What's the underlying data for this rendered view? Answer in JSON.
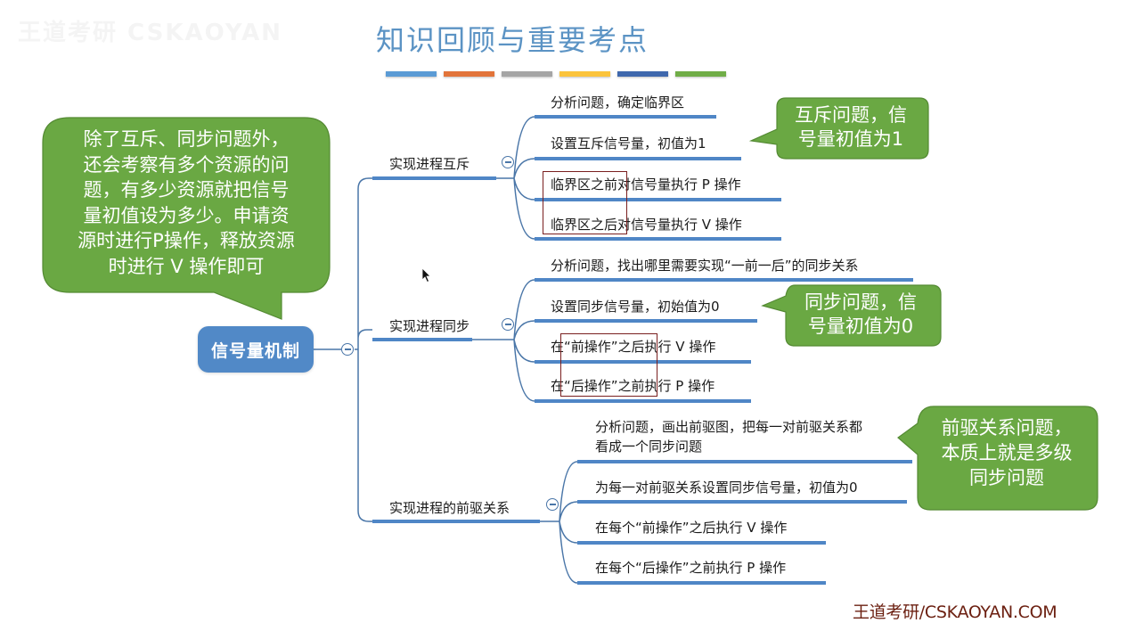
{
  "watermark": "王道考研 CSKAOYAN",
  "title": "知识回顾与重要考点",
  "title_color_bars": [
    "#5b9bd5",
    "#e2743a",
    "#a5a5a5",
    "#fbc43c",
    "#3f68ad",
    "#70ad47"
  ],
  "mindmap": {
    "root": "信号量机制",
    "branches": [
      {
        "label": "实现进程互斥",
        "items": [
          "分析问题，确定临界区",
          "设置互斥信号量，初值为1",
          "临界区之前对信号量执行 P 操作",
          "临界区之后对信号量执行 V 操作"
        ]
      },
      {
        "label": "实现进程同步",
        "items": [
          "分析问题，找出哪里需要实现“一前一后”的同步关系",
          "设置同步信号量，初始值为0",
          "在“前操作”之后执行 V 操作",
          "在“后操作”之前执行 P 操作"
        ]
      },
      {
        "label": "实现进程的前驱关系",
        "items": [
          "分析问题，画出前驱图，把每一对前驱关系都",
          "看成一个同步问题",
          "为每一对前驱关系设置同步信号量，初值为0",
          "在每个“前操作”之后执行 V 操作",
          "在每个“后操作”之前执行 P 操作"
        ]
      }
    ]
  },
  "callouts": {
    "main": [
      "除了互斥、同步问题外，",
      "还会考察有多个资源的问",
      "题，有多少资源就把信号",
      "量初值设为多少。申请资",
      "源时进行P操作，释放资源",
      "时进行 V 操作即可"
    ],
    "mutex": [
      "互斥问题，信",
      "号量初值为1"
    ],
    "sync": [
      "同步问题，信",
      "号量初值为0"
    ],
    "precedence": [
      "前驱关系问题，",
      "本质上就是多级",
      "同步问题"
    ]
  },
  "colors": {
    "title": "#5b93c4",
    "root_fill": "#5189c7",
    "line": "#4f86c6",
    "callout_fill": "#6aa843",
    "highlight_box": "#7a1f1f",
    "footer": "#6b1f10"
  },
  "footer": "王道考研/CSKAOYAN.COM"
}
